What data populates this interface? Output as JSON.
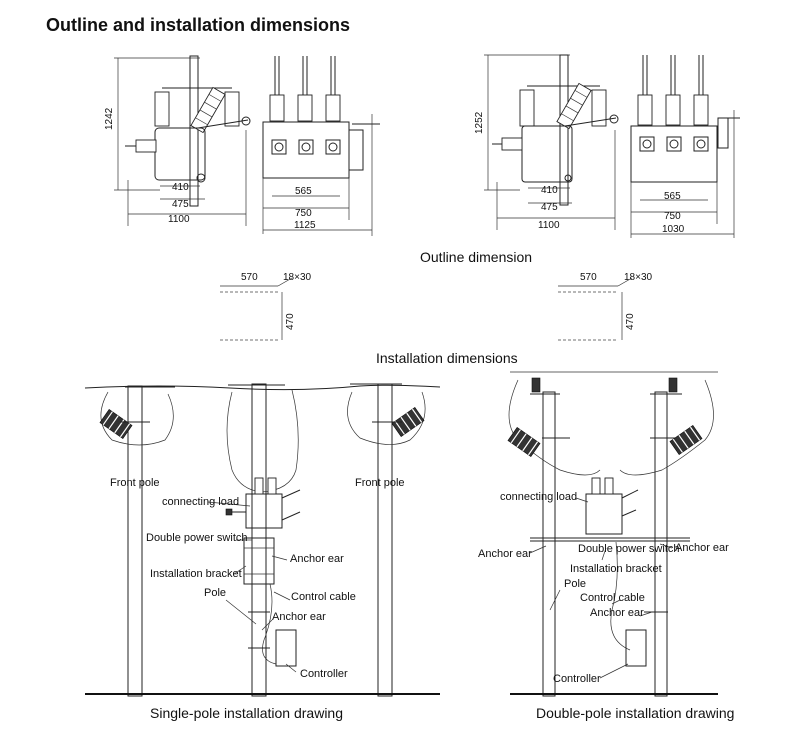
{
  "heading": "Outline and installation dimensions",
  "outline": {
    "caption": "Outline dimension",
    "left": {
      "height": "1242",
      "d410": "410",
      "d475": "475",
      "d1100": "1100",
      "d565": "565",
      "d750": "750",
      "d1125": "1125"
    },
    "right": {
      "height": "1252",
      "d410": "410",
      "d475": "475",
      "d1100": "1100",
      "d565": "565",
      "d750": "750",
      "d1030": "1030"
    }
  },
  "installation": {
    "caption": "Installation dimensions",
    "left": {
      "width": "570",
      "hole": "18×30",
      "height": "470"
    },
    "right": {
      "width": "570",
      "hole": "18×30",
      "height": "470"
    }
  },
  "single_pole": {
    "caption": "Single-pole installation drawing",
    "labels": {
      "front_pole_left": "Front pole",
      "front_pole_right": "Front pole",
      "connecting_load": "connecting load",
      "double_power_switch": "Double power switch",
      "installation_bracket": "Installation bracket",
      "pole": "Pole",
      "anchor_ear_top": "Anchor ear",
      "control_cable": "Control cable",
      "anchor_ear_bottom": "Anchor ear",
      "controller": "Controller"
    }
  },
  "double_pole": {
    "caption": "Double-pole installation drawing",
    "labels": {
      "connecting_load": "connecting load",
      "anchor_ear_left": "Anchor ear",
      "double_power_switch": "Double power switch",
      "anchor_ear_right": "Anchor ear",
      "installation_bracket": "Installation bracket",
      "pole": "Pole",
      "control_cable": "Control cable",
      "anchor_ear_lower": "Anchor ear",
      "controller": "Controller"
    }
  }
}
